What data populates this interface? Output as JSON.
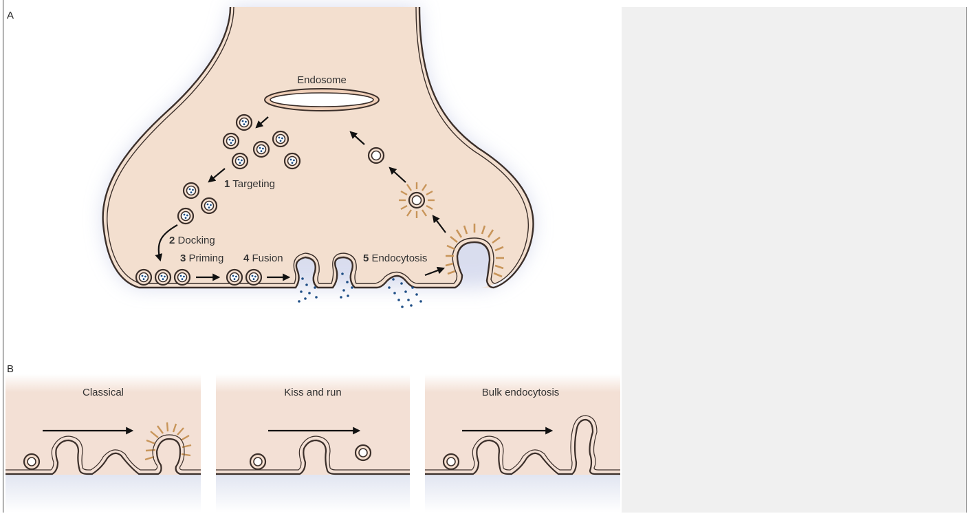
{
  "panel_a": {
    "label": "A",
    "endosome_label": "Endosome",
    "steps": [
      {
        "number": "1",
        "name": "Targeting"
      },
      {
        "number": "2",
        "name": "Docking"
      },
      {
        "number": "3",
        "name": "Priming"
      },
      {
        "number": "4",
        "name": "Fusion"
      },
      {
        "number": "5",
        "name": "Endocytosis"
      }
    ]
  },
  "panel_b": {
    "label": "B",
    "panels": [
      {
        "title": "Classical"
      },
      {
        "title": "Kiss and run"
      },
      {
        "title": "Bulk endocytosis"
      }
    ]
  },
  "colors": {
    "cytoplasm": "#f5dfcf",
    "membrane": "#3b2f2a",
    "vesicle_cargo": "#1f4f86",
    "clathrin_coat": "#c8955a",
    "extracellular": "#e2e6f2",
    "right_panel": "#f0f0f0"
  }
}
